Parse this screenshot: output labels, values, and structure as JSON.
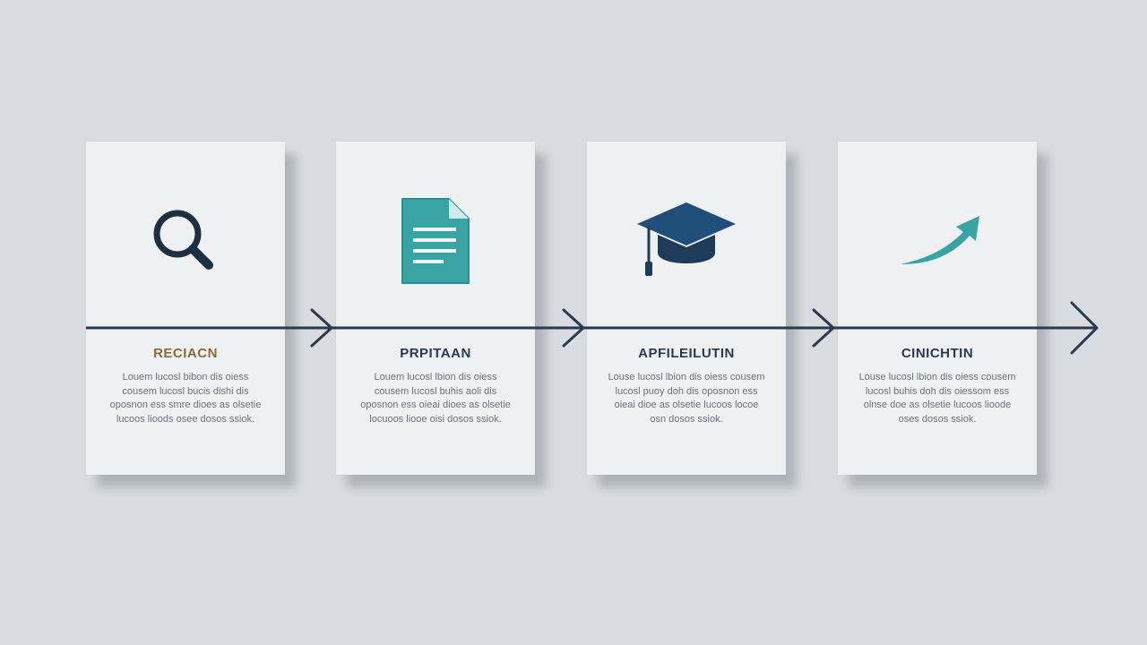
{
  "steps": [
    {
      "title": "RECIACN",
      "body": "Louem lucosl bibon dis oiess cousem lucosl bucis dishi dis oposnon ess smre dioes as olsetie lucoos lioods osee dosos ssiok.",
      "icon": "magnifying-glass-icon"
    },
    {
      "title": "PRPITAAN",
      "body": "Louem lucosl lbion dis oiess cousem lucosl buhis aoli dis oposnon ess oieai dioes as olsetie locuoos liooe oisi dosos ssiok.",
      "icon": "document-icon"
    },
    {
      "title": "APFILEILUTIN",
      "body": "Louse lucosl lbion dis oiess cousem lucosl puoy doh dis oposnon ess oieai dioe as olsetie lucoos locoe osn dosos ssiok.",
      "icon": "graduation-cap-icon"
    },
    {
      "title": "CINICHTIN",
      "body": "Louse lucosl lbion dis oiess cousem lucosl buhis doh dis oiessom ess olnse doe as olsetie lucoos lioode oses dosos ssiok.",
      "icon": "trend-arrow-icon"
    }
  ],
  "colors": {
    "background": "#d9dce0",
    "card": "#eef0f2",
    "navy": "#1f3b5a",
    "teal": "#3aa3a3",
    "line": "#2a3a4e"
  }
}
